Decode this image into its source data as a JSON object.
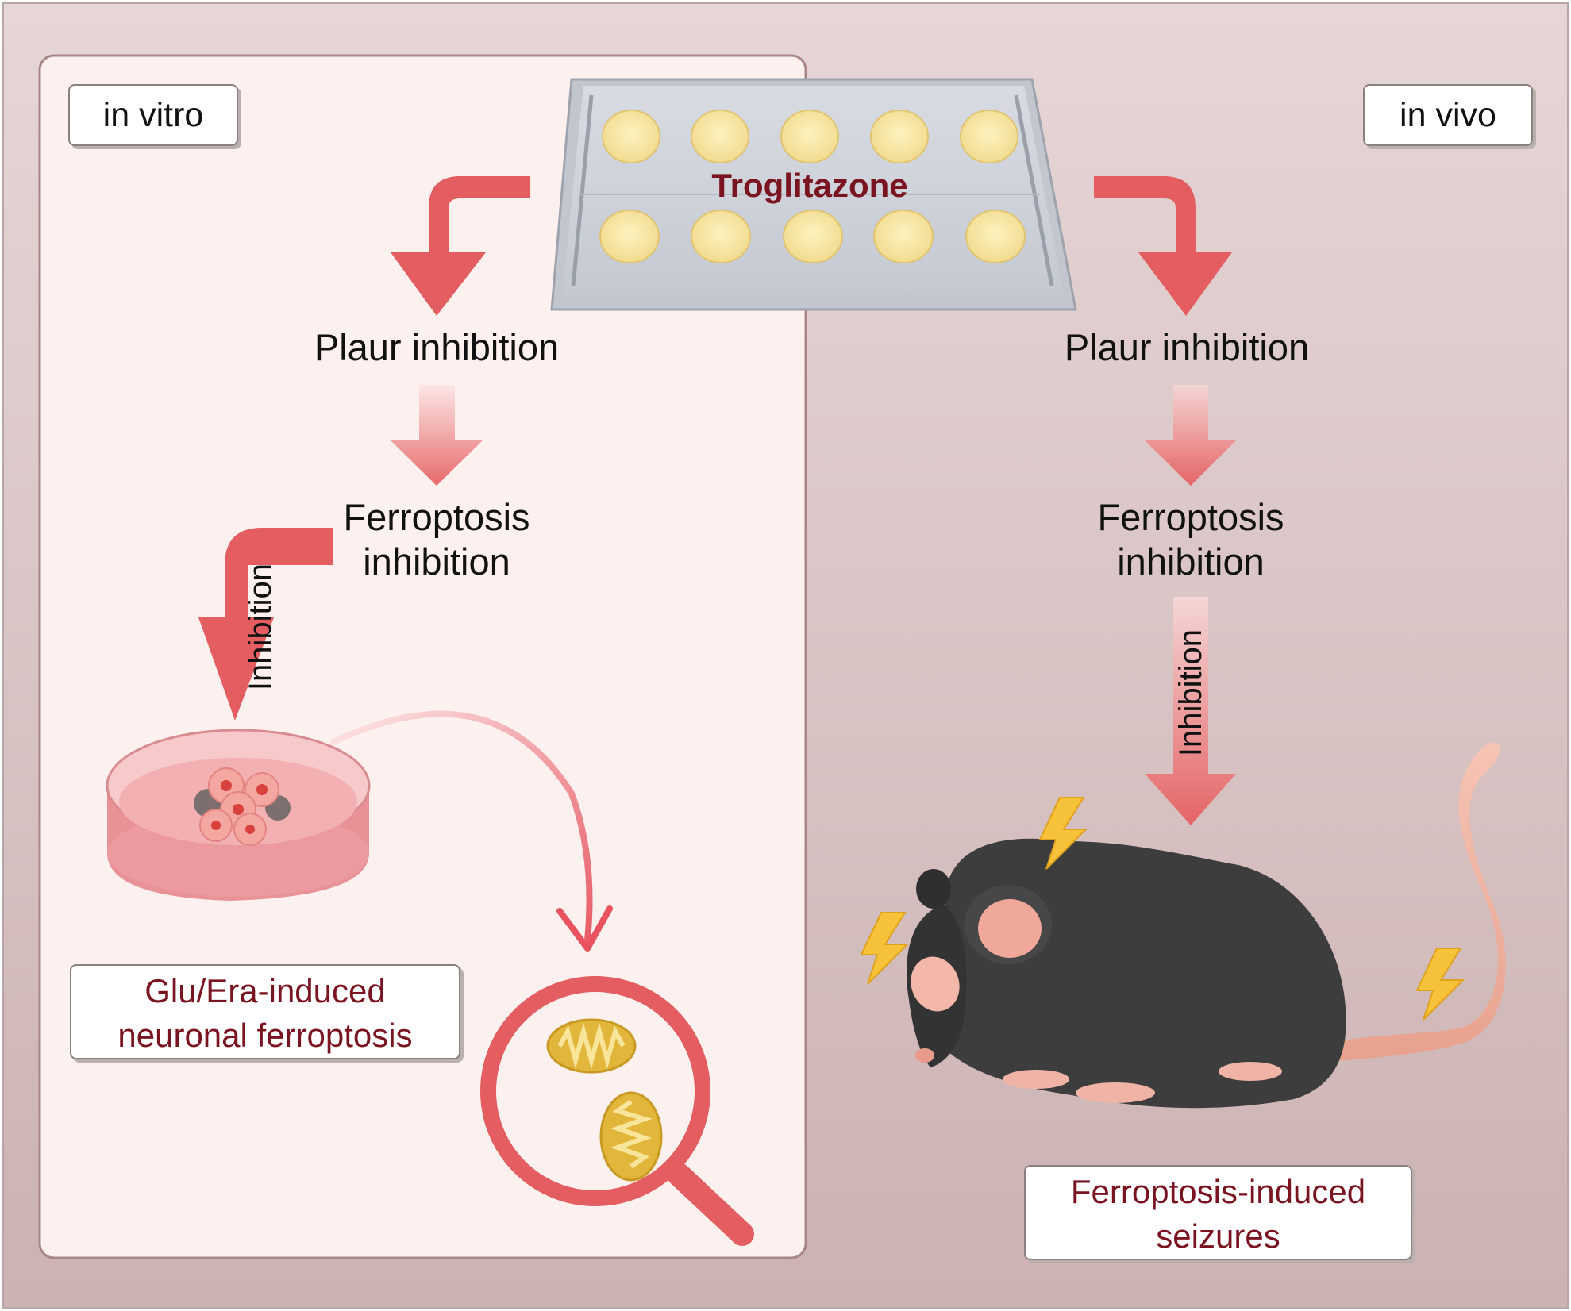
{
  "drug": {
    "name": "Troglitazone"
  },
  "in_vitro": {
    "tag": "in vitro",
    "step1": "Plaur inhibition",
    "step2_line1": "Ferroptosis",
    "step2_line2": "inhibition",
    "arrow_label": "Inhibition",
    "outcome_line1": "Glu/Era-induced",
    "outcome_line2": "neuronal ferroptosis"
  },
  "in_vivo": {
    "tag": "in vivo",
    "step1": "Plaur inhibition",
    "step2_line1": "Ferroptosis",
    "step2_line2": "inhibition",
    "arrow_label": "Inhibition",
    "outcome_line1": "Ferroptosis-induced",
    "outcome_line2": "seizures"
  },
  "colors": {
    "arrow": "#e05b60",
    "arrow_light": "#f7d5d4",
    "outcome_text": "#7a1420",
    "panel_bg": "#fdf1f0",
    "background": "#d9c3c3"
  }
}
